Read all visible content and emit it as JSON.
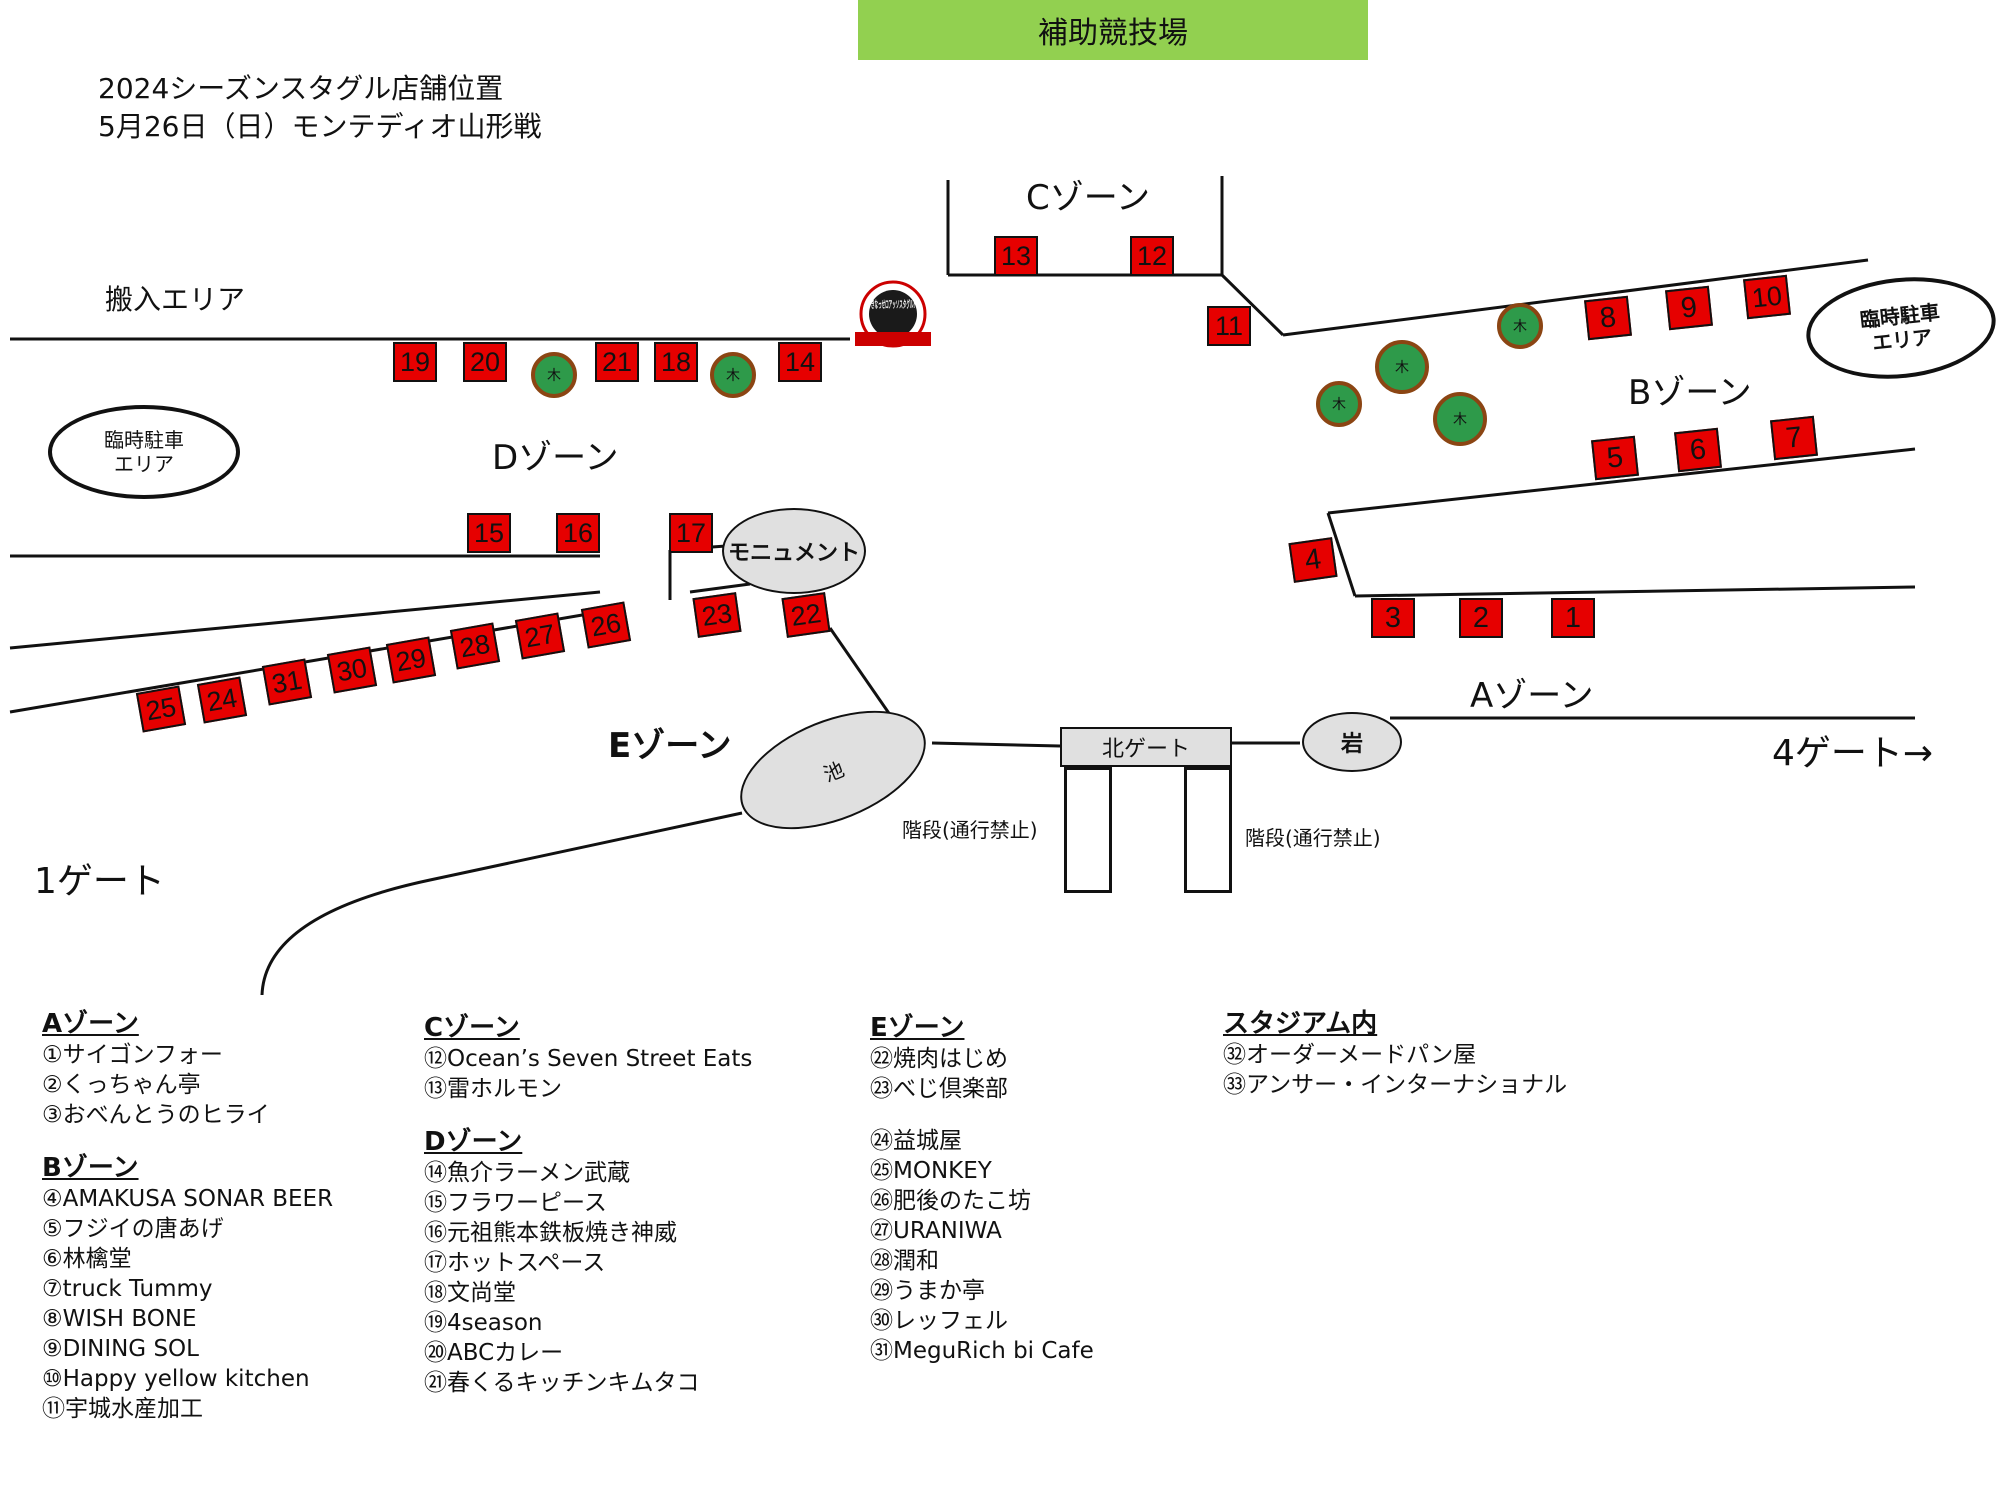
{
  "header": {
    "label": "補助競技場"
  },
  "title": {
    "line1": "2024シーズンスタグル店舗位置",
    "line2": "5月26日（日）モンテディオ山形戦"
  },
  "zones": {
    "a": "Aゾーン",
    "b": "Bゾーン",
    "c": "Cゾーン",
    "d": "Dゾーン",
    "e": "Eゾーン"
  },
  "areas": {
    "carry_in": "搬入エリア",
    "parking_left_line1": "臨時駐車",
    "parking_left_line2": "エリア",
    "parking_right_line1": "臨時駐車",
    "parking_right_line2": "エリア"
  },
  "landmarks": {
    "monument": "モニュメント",
    "pond": "池",
    "rock": "岩",
    "tree": "木"
  },
  "gates": {
    "north": "北ゲート",
    "gate1": "1ゲート",
    "gate4": "4ゲート→"
  },
  "stairs": {
    "label_left": "階段(通行禁止)",
    "label_right": "階段(通行禁止)",
    "arrow_down": "↓",
    "arrow_up": "↑"
  },
  "logo": {
    "text": "きなっせロアッソスタグル!"
  },
  "stalls": [
    "1",
    "2",
    "3",
    "4",
    "5",
    "6",
    "7",
    "8",
    "9",
    "10",
    "11",
    "12",
    "13",
    "14",
    "15",
    "16",
    "17",
    "18",
    "19",
    "20",
    "21",
    "22",
    "23",
    "24",
    "25",
    "26",
    "27",
    "28",
    "29",
    "30",
    "31"
  ],
  "legend": {
    "a": {
      "heading": "Aゾーン",
      "items": [
        "①サイゴンフォー",
        "②くっちゃん亭",
        "③おべんとうのヒライ"
      ]
    },
    "b": {
      "heading": "Bゾーン",
      "items": [
        "④AMAKUSA SONAR BEER",
        "⑤フジイの唐あげ",
        "⑥林檎堂",
        "⑦truck Tummy",
        "⑧WISH BONE",
        "⑨DINING SOL",
        "⑩Happy yellow kitchen",
        "⑪宇城水産加工"
      ]
    },
    "c": {
      "heading": "Cゾーン",
      "items": [
        "⑫Ocean’s Seven Street Eats",
        "⑬雷ホルモン"
      ]
    },
    "d": {
      "heading": "Dゾーン",
      "items": [
        "⑭魚介ラーメン武蔵",
        "⑮フラワーピース",
        "⑯元祖熊本鉄板焼き神威",
        "⑰ホットスペース",
        "⑱文尚堂",
        "⑲4season",
        "⑳ABCカレー",
        "㉑春くるキッチンキムタコ"
      ]
    },
    "e": {
      "heading": "Eゾーン",
      "items": [
        "㉒焼肉はじめ",
        "㉓べじ倶楽部"
      ],
      "items2": [
        "㉔益城屋",
        "㉕MONKEY",
        "㉖肥後のたこ坊",
        "㉗URANIWA",
        "㉘潤和",
        "㉙うまか亭",
        "㉚レッフェル",
        "㉛MeguRich bi Cafe"
      ]
    },
    "stadium": {
      "heading": "スタジアム内",
      "items": [
        "㉜オーダーメードパン屋",
        "㉝アンサー・インターナショナル"
      ]
    }
  }
}
